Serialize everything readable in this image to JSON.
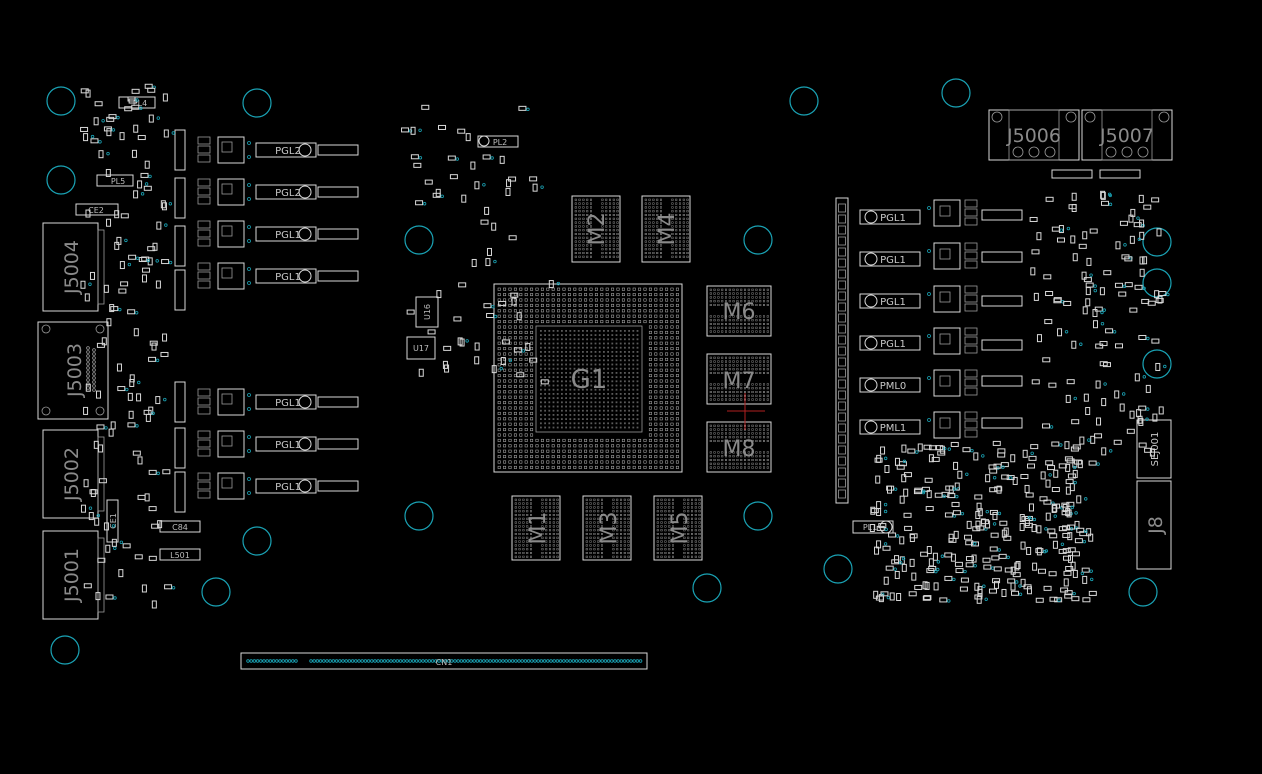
{
  "colors": {
    "background": "#000000",
    "outline": "#d9d9d9",
    "mounting_hole": "#1aa3b5",
    "silkscreen_label": "#8a8a8a"
  },
  "labels": {
    "gpu": "G1",
    "memory": [
      "M1",
      "M2",
      "M3",
      "M4",
      "M5",
      "M6",
      "M7",
      "M8"
    ],
    "connectors_left": [
      "J5004",
      "J5003",
      "J5002",
      "J5001"
    ],
    "connectors_right_top": [
      "J5006",
      "J5007"
    ],
    "connectors_right": [
      "SEJ001",
      "J8"
    ],
    "pcie": "CN1",
    "ic_left": [
      "U16",
      "U17"
    ],
    "inductors_left_top": [
      "PGL2",
      "PGL2",
      "PGL1",
      "PGL1"
    ],
    "inductors_left_bottom": [
      "PGL1",
      "PGL1",
      "PGL1"
    ],
    "inductors_right": [
      "PGL1",
      "PGL1",
      "PGL1",
      "PGL1",
      "PML0",
      "PML1"
    ],
    "small_left": [
      "PL4",
      "PL5",
      "CE2",
      "CE1",
      "C84",
      "L501"
    ],
    "small_mid": [
      "PL2"
    ],
    "small_right": [
      "PL1"
    ]
  }
}
